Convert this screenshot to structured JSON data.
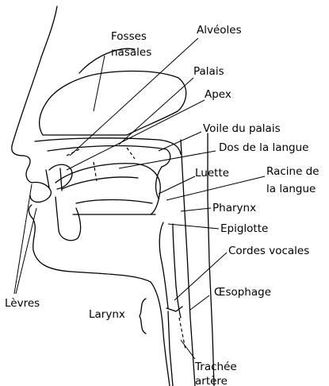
{
  "labels": {
    "fosses_nasales": [
      "Fosses",
      "nasales"
    ],
    "alveoles": "Alvéoles",
    "palais": "Palais",
    "apex": "Apex",
    "voile_du_palais": "Voile du palais",
    "dos_de_la_langue": "Dos de la langue",
    "luette": "Luette",
    "racine_de_la_langue": [
      "Racine de",
      "la langue"
    ],
    "pharynx": "Pharynx",
    "epiglotte": "Epiglotte",
    "cordes_vocales": "Cordes vocales",
    "oesophage": "Œsophage",
    "levres": "Lèvres",
    "larynx": "Larynx",
    "trachee_artere": [
      "Trachée",
      "artère"
    ]
  }
}
